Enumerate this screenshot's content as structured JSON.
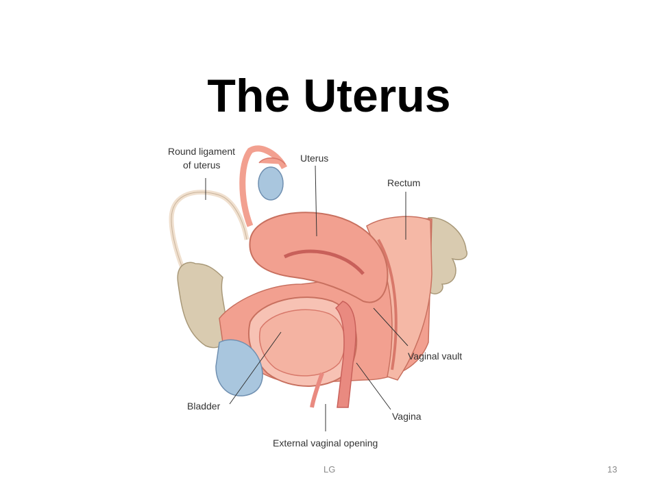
{
  "slide": {
    "title": "The Uterus",
    "footer_left": "LG",
    "page_number": "13"
  },
  "diagram": {
    "labels": {
      "round_ligament_line1": "Round ligament",
      "round_ligament_line2": "of uterus",
      "uterus": "Uterus",
      "rectum": "Rectum",
      "vaginal_vault": "Vaginal vault",
      "bladder": "Bladder",
      "vagina": "Vagina",
      "external_vaginal_opening": "External vaginal opening"
    },
    "colors": {
      "tissue_pink": "#f2a090",
      "tissue_light": "#f7c2b4",
      "uterus_inner": "#e98a80",
      "bone": "#d9cbb0",
      "bladder_blue": "#a9c6de",
      "leader_line": "#333333"
    }
  }
}
